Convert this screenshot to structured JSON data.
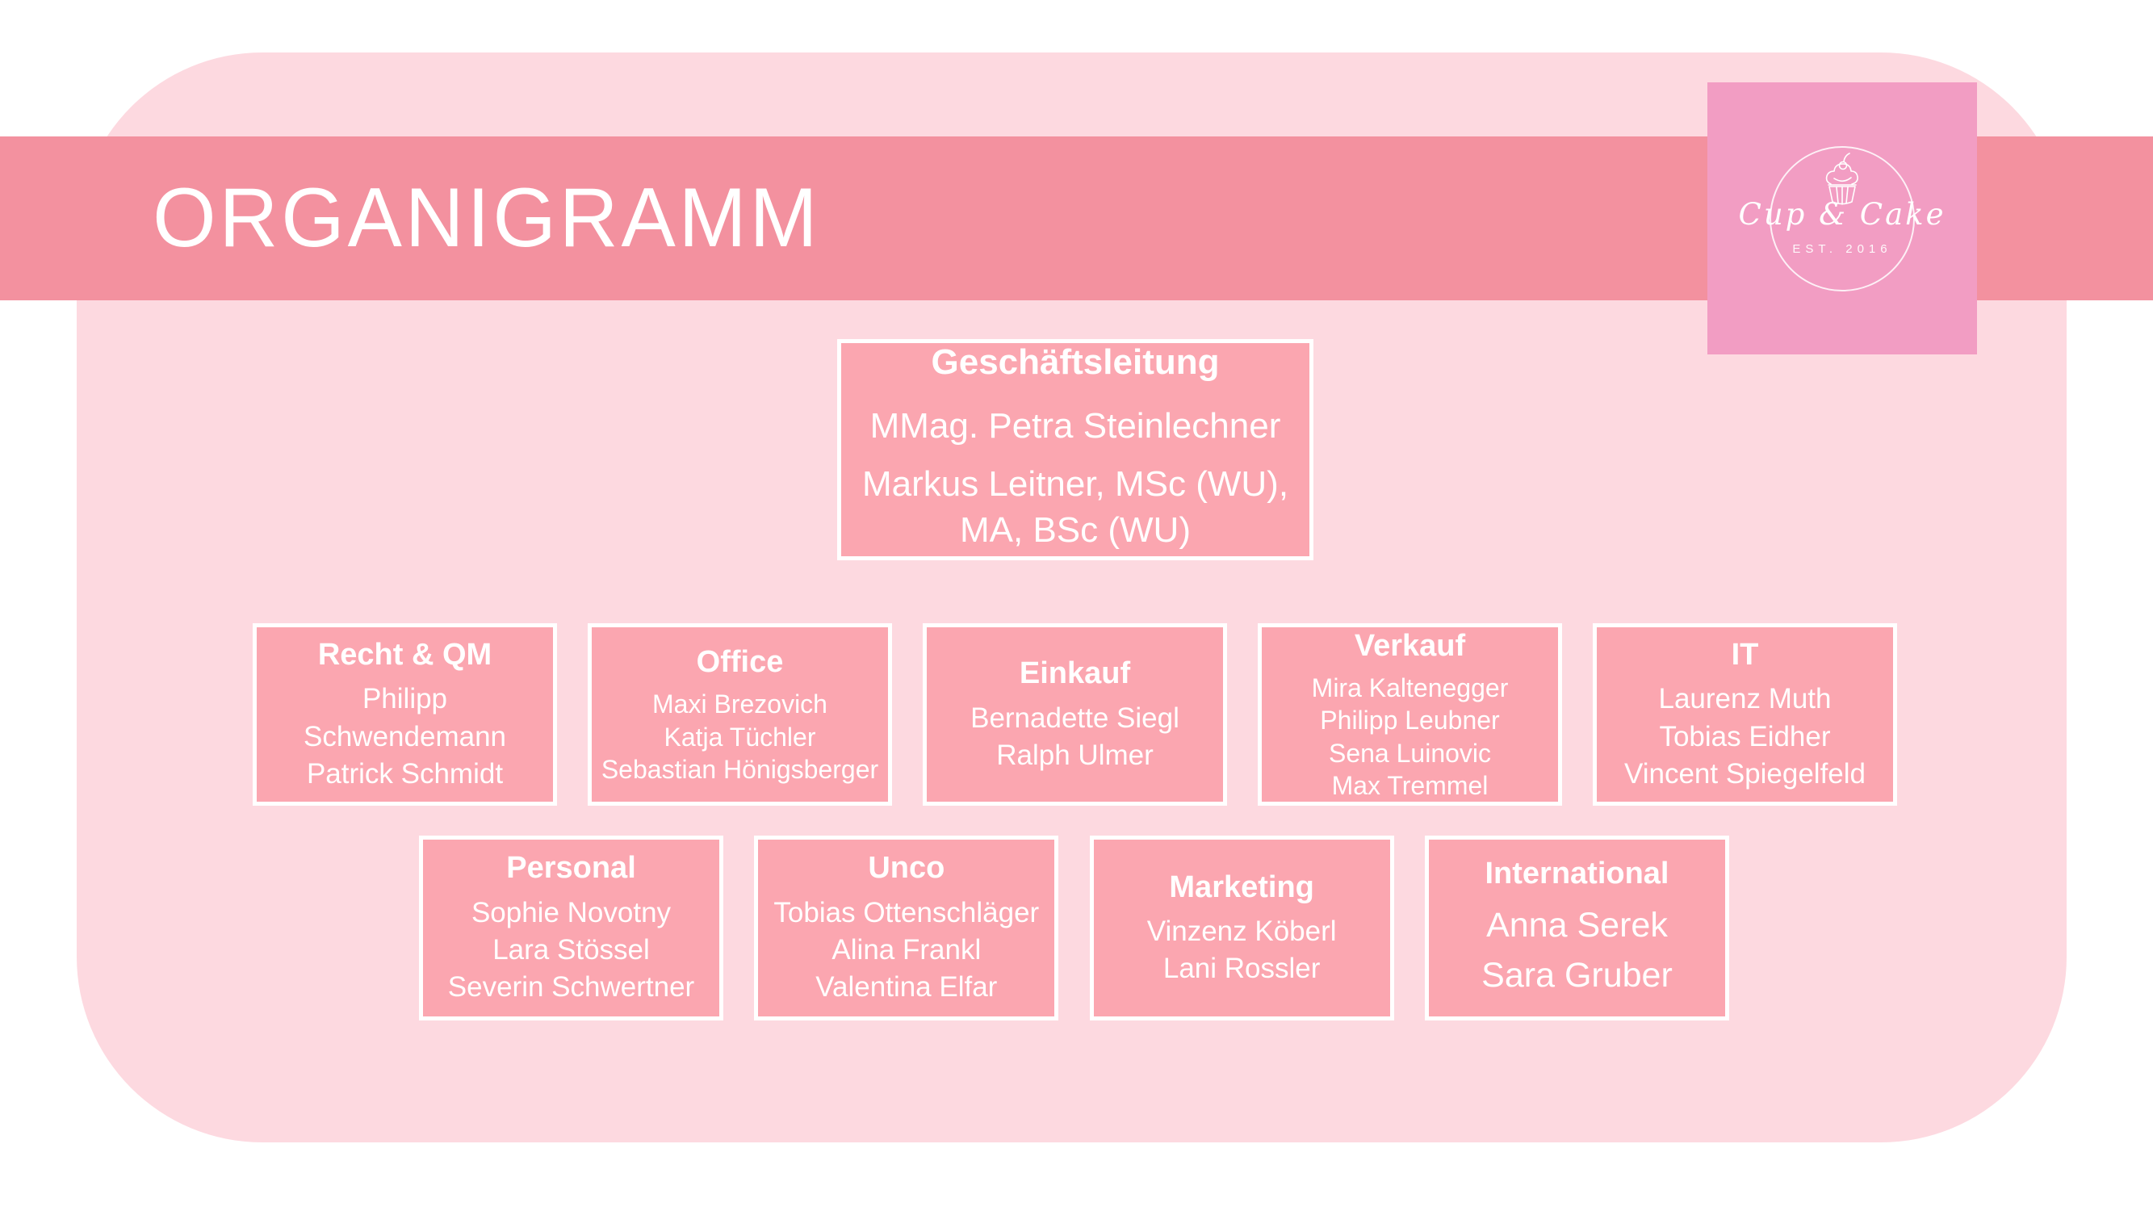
{
  "header": {
    "title": "ORGANIGRAMM"
  },
  "logo": {
    "brand": "Cup & Cake",
    "established": "EST. 2016",
    "icon": "cupcake-icon"
  },
  "colors": {
    "banner": "#f3919f",
    "panel_background": "#fdd9e0",
    "box_fill": "#fba6b0",
    "logo_background": "#f29dc3",
    "text": "#ffffff",
    "page_background": "#ffffff"
  },
  "org": {
    "root": {
      "title": "Geschäftsleitung",
      "members": [
        "MMag. Petra Steinlechner",
        "Markus Leitner, MSc (WU), MA, BSc (WU)"
      ]
    },
    "rows": [
      {
        "boxes": [
          {
            "title": "Recht & QM",
            "members": [
              "Philipp Schwendemann",
              "Patrick Schmidt"
            ],
            "member_size": "md"
          },
          {
            "title": "Office",
            "members": [
              "Maxi Brezovich",
              "Katja Tüchler",
              "Sebastian Hönigsberger"
            ],
            "member_size": "sm"
          },
          {
            "title": "Einkauf",
            "members": [
              "Bernadette Siegl",
              "Ralph Ulmer"
            ],
            "member_size": "md"
          },
          {
            "title": "Verkauf",
            "members": [
              "Mira Kaltenegger",
              "Philipp Leubner",
              "Sena Luinovic",
              "Max Tremmel"
            ],
            "member_size": "sm"
          },
          {
            "title": "IT",
            "members": [
              "Laurenz Muth",
              "Tobias Eidher",
              "Vincent Spiegelfeld"
            ],
            "member_size": "md"
          }
        ]
      },
      {
        "boxes": [
          {
            "title": "Personal",
            "members": [
              "Sophie Novotny",
              "Lara Stössel",
              "Severin Schwertner"
            ],
            "member_size": "md"
          },
          {
            "title": "Unco",
            "members": [
              "Tobias Ottenschläger",
              "Alina Frankl",
              "Valentina Elfar"
            ],
            "member_size": "md"
          },
          {
            "title": "Marketing",
            "members": [
              "Vinzenz Köberl",
              "Lani Rossler"
            ],
            "member_size": "md"
          },
          {
            "title": "International",
            "members": [
              "Anna Serek",
              "Sara Gruber"
            ],
            "member_size": "lg"
          }
        ]
      }
    ]
  }
}
